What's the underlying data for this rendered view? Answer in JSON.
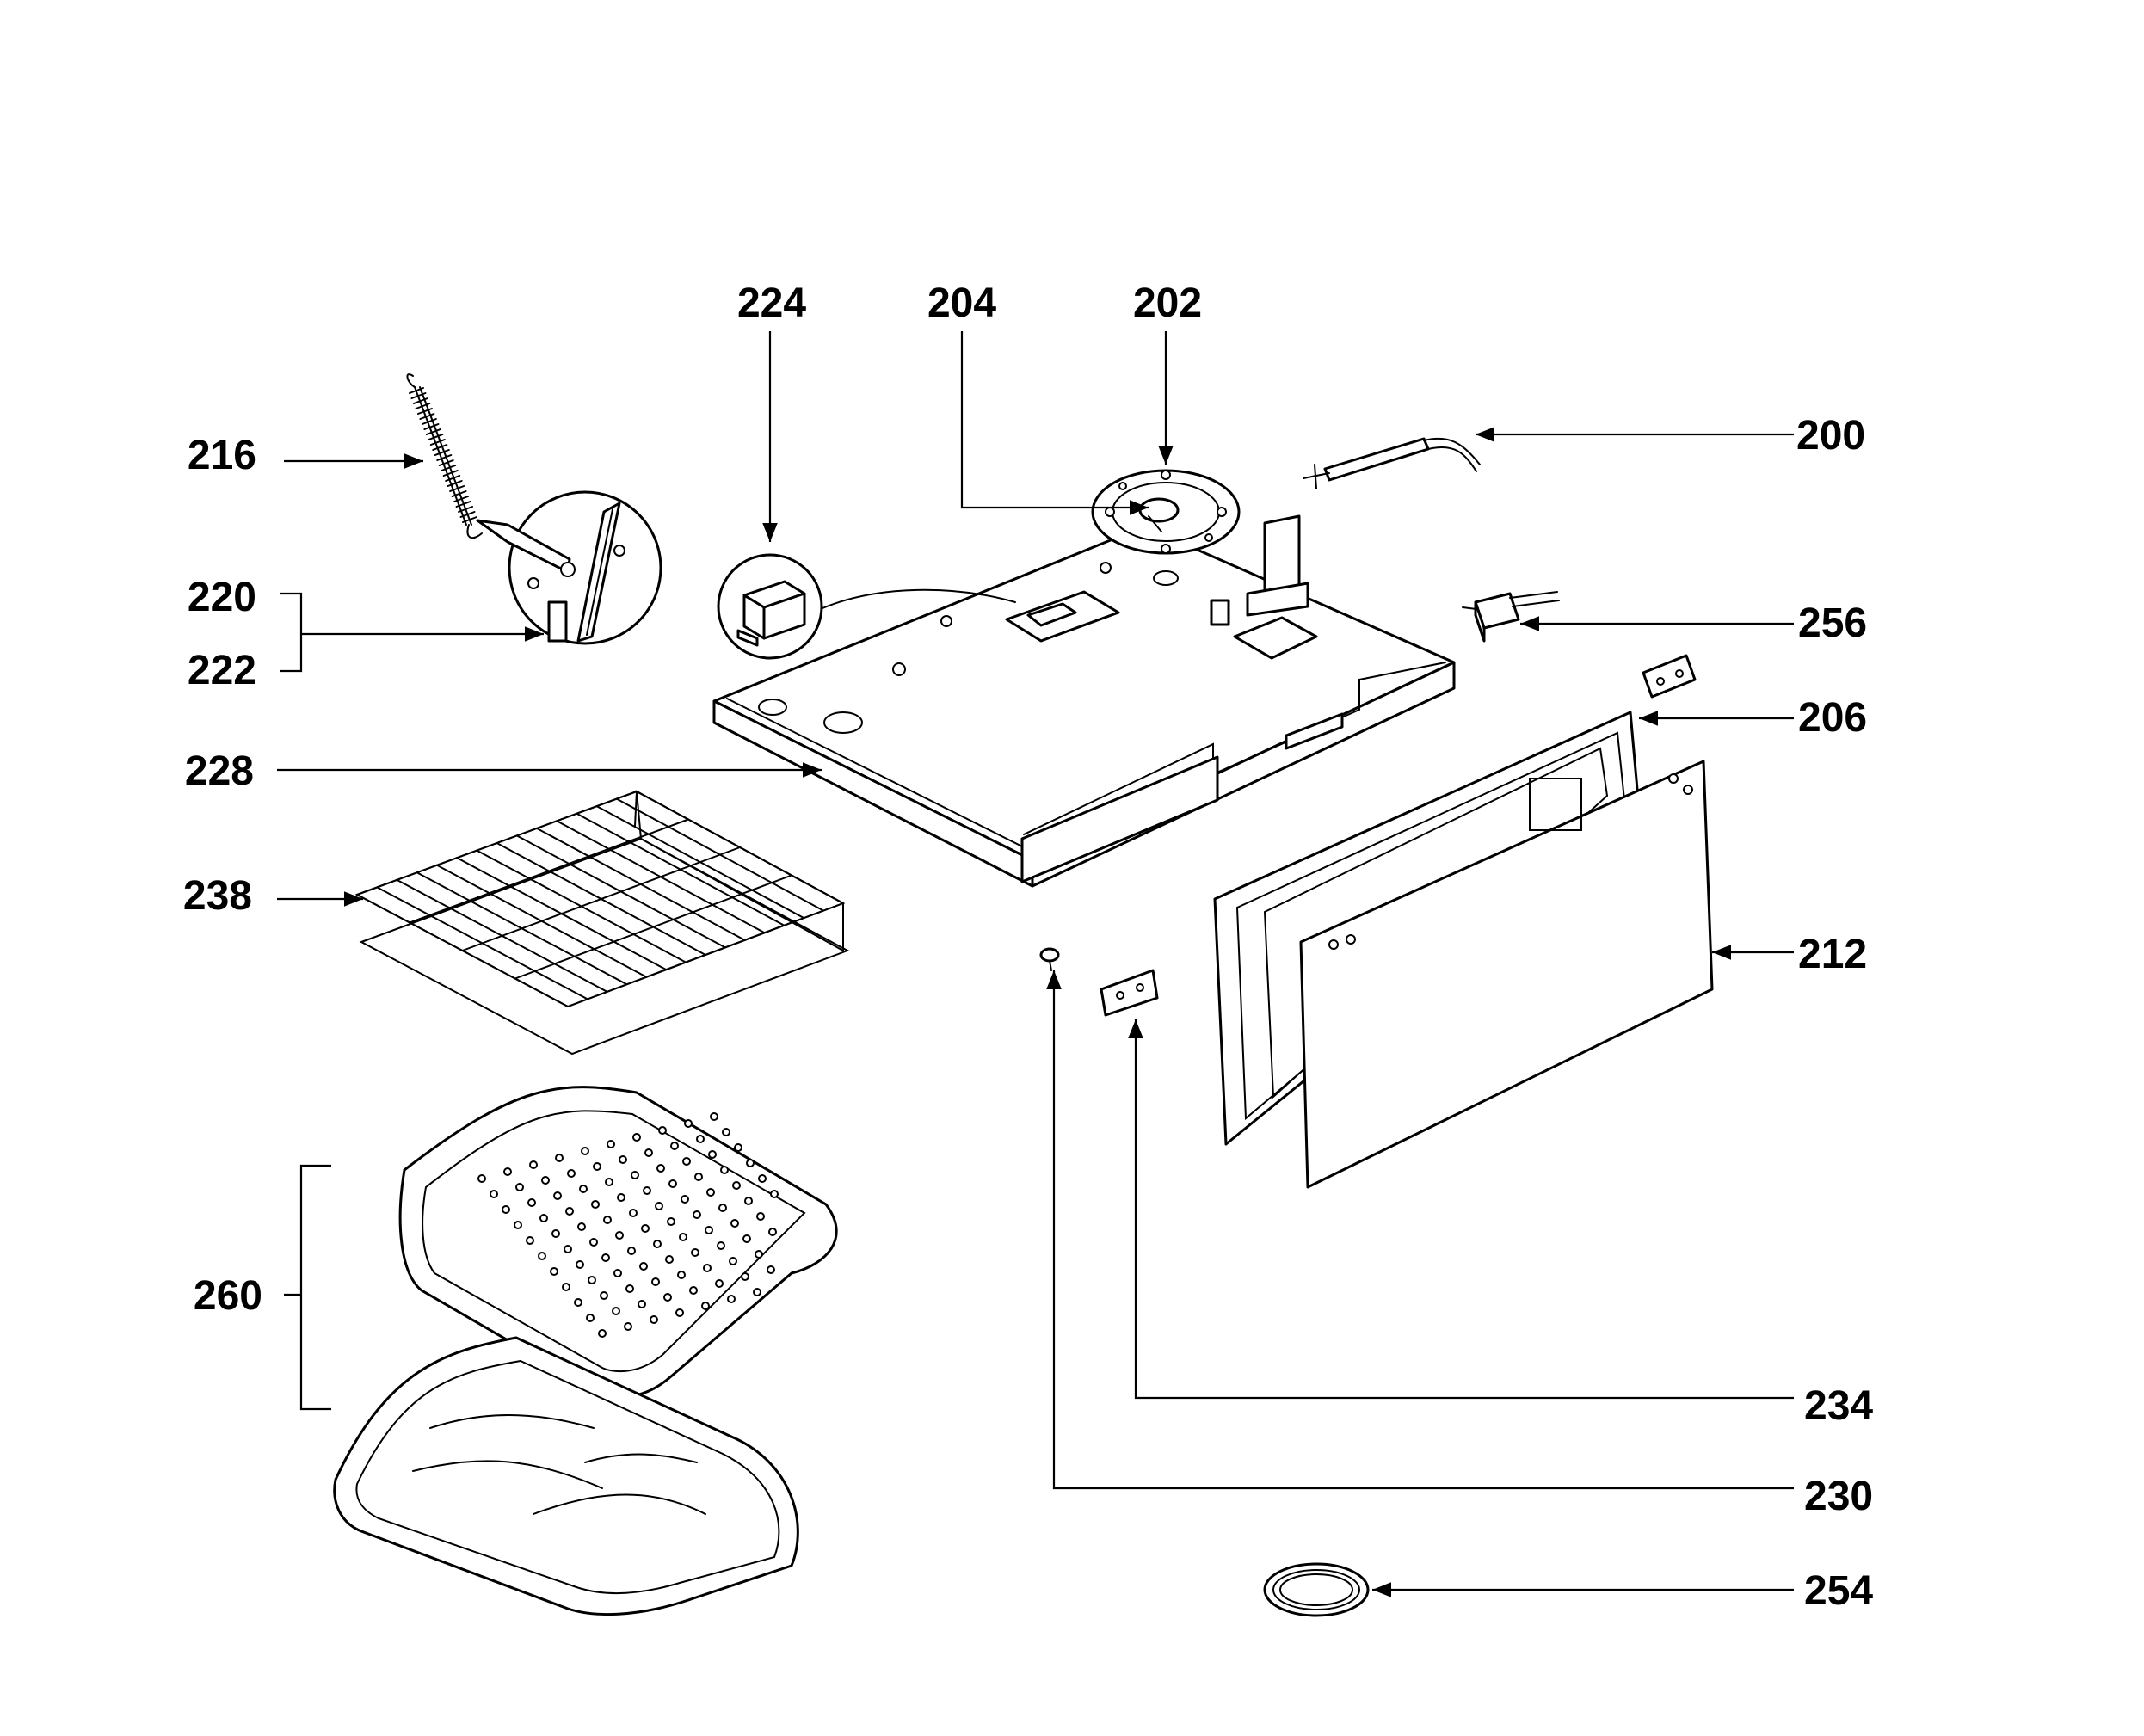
{
  "callouts": [
    {
      "id": "c224",
      "text": "224"
    },
    {
      "id": "c204",
      "text": "204"
    },
    {
      "id": "c202",
      "text": "202"
    },
    {
      "id": "c200",
      "text": "200"
    },
    {
      "id": "c216",
      "text": "216"
    },
    {
      "id": "c220",
      "text": "220"
    },
    {
      "id": "c222",
      "text": "222"
    },
    {
      "id": "c256",
      "text": "256"
    },
    {
      "id": "c206",
      "text": "206"
    },
    {
      "id": "c228",
      "text": "228"
    },
    {
      "id": "c238",
      "text": "238"
    },
    {
      "id": "c212",
      "text": "212"
    },
    {
      "id": "c260",
      "text": "260"
    },
    {
      "id": "c234",
      "text": "234"
    },
    {
      "id": "c230",
      "text": "230"
    },
    {
      "id": "c254",
      "text": "254"
    }
  ]
}
